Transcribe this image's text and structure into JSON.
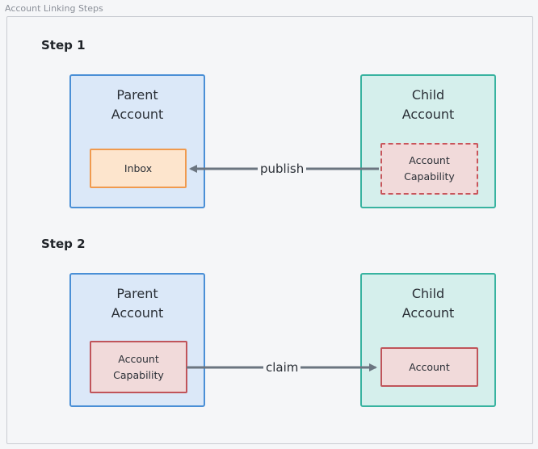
{
  "frame": {
    "title": "Account Linking Steps"
  },
  "step1": {
    "label": "Step 1",
    "parent": {
      "title_line1": "Parent",
      "title_line2": "Account",
      "inner_label": "Inbox"
    },
    "child": {
      "title_line1": "Child",
      "title_line2": "Account",
      "inner_line1": "Account",
      "inner_line2": "Capability"
    },
    "edge_label": "publish"
  },
  "step2": {
    "label": "Step 2",
    "parent": {
      "title_line1": "Parent",
      "title_line2": "Account",
      "inner_line1": "Account",
      "inner_line2": "Capability"
    },
    "child": {
      "title_line1": "Child",
      "title_line2": "Account",
      "inner_label": "Account"
    },
    "edge_label": "claim"
  },
  "colors": {
    "parent_fill": "#dbe8f8",
    "parent_stroke": "#4a8fd6",
    "child_fill": "#d5efec",
    "child_stroke": "#38b3a0",
    "inbox_fill": "#fde5cd",
    "inbox_stroke": "#f09a4e",
    "capability_fill": "#f1dada",
    "capability_stroke": "#c0545a",
    "arrow": "#6b7580"
  }
}
